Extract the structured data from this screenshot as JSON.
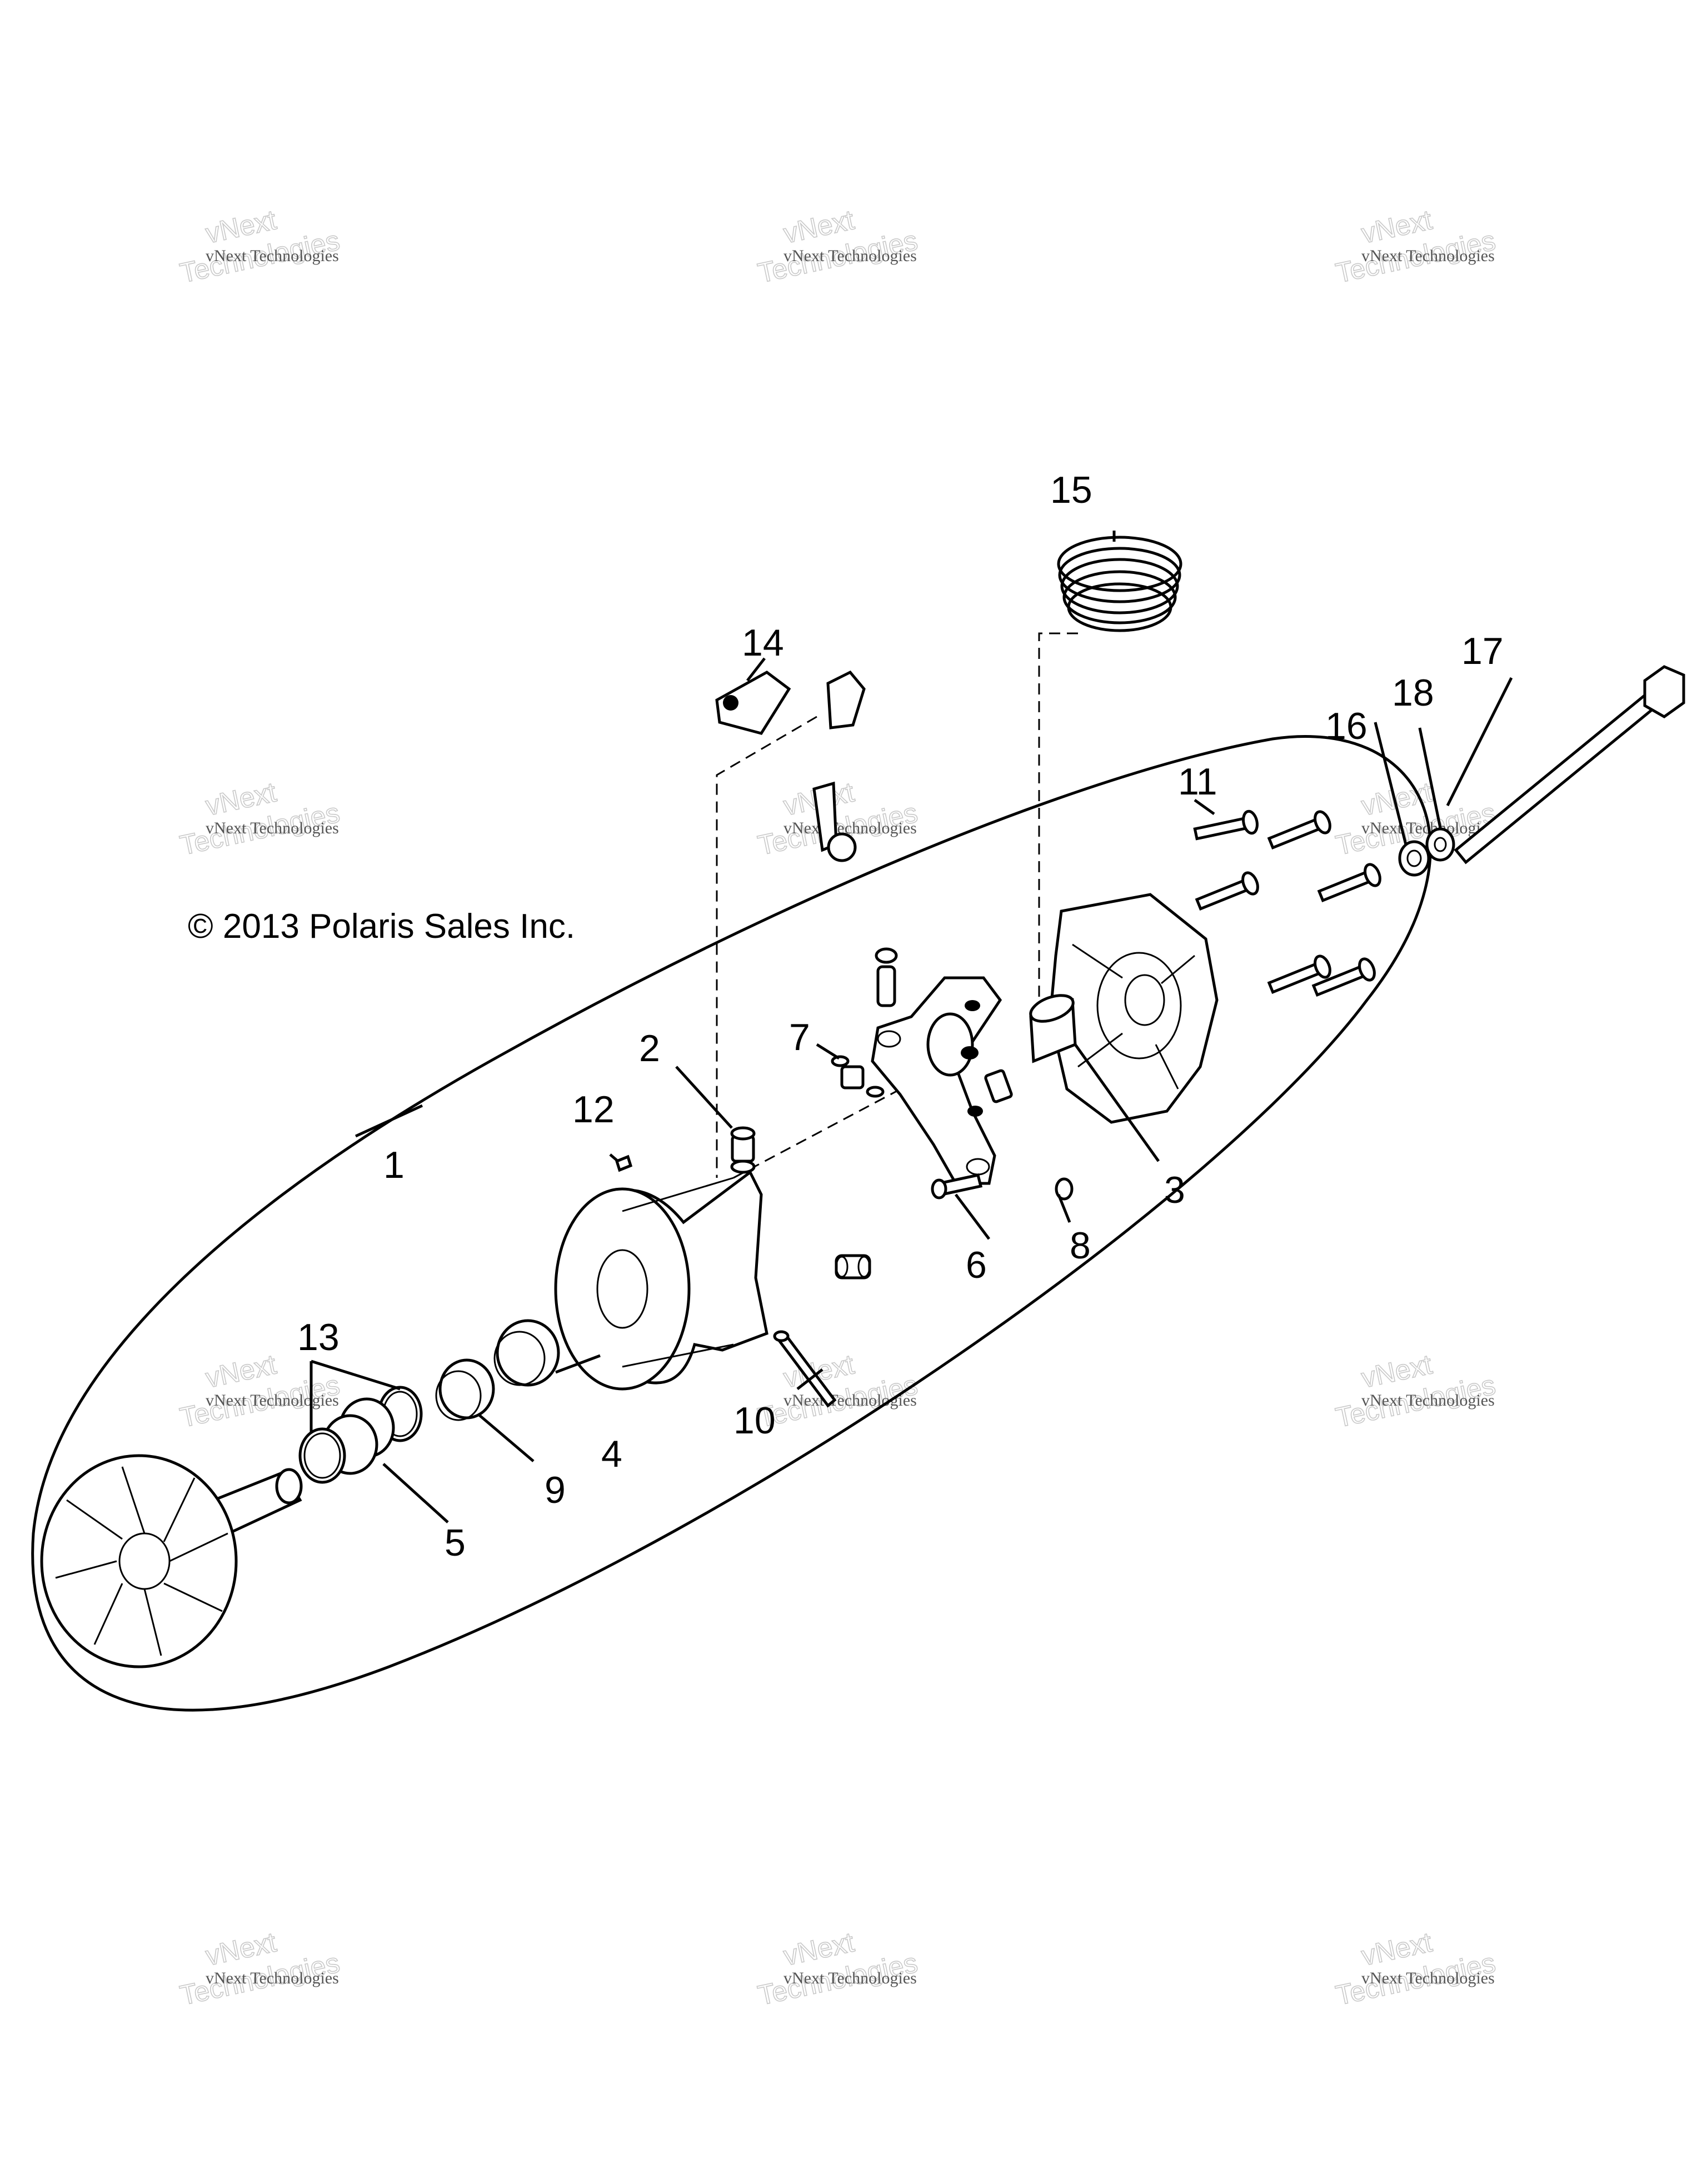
{
  "copyright": "© 2013 Polaris Sales Inc.",
  "watermark": {
    "line1": "vNext Technologies",
    "line2_top": "vNext",
    "line2_bottom": "Technologies"
  },
  "callouts": {
    "c1": "1",
    "c2": "2",
    "c3": "3",
    "c4": "4",
    "c5": "5",
    "c6": "6",
    "c7": "7",
    "c8": "8",
    "c9": "9",
    "c10": "10",
    "c11": "11",
    "c12": "12",
    "c13": "13",
    "c14": "14",
    "c15": "15",
    "c16": "16",
    "c17": "17",
    "c18": "18"
  }
}
